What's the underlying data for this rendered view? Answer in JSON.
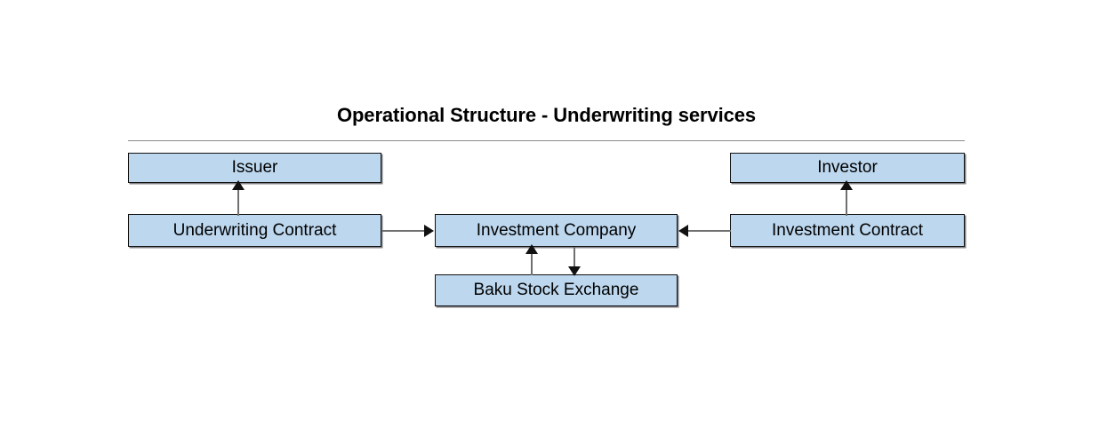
{
  "diagram": {
    "title": "Operational Structure - Underwriting services",
    "colors": {
      "node_fill": "#bdd7ee",
      "node_border": "#111111",
      "connector": "#6f6f6f",
      "arrowhead": "#111111",
      "title_rule": "#8a8a8a",
      "background": "#ffffff",
      "text": "#000000"
    },
    "nodes": [
      {
        "id": "issuer",
        "label": "Issuer"
      },
      {
        "id": "underwriting_contract",
        "label": "Underwriting Contract"
      },
      {
        "id": "investment_company",
        "label": "Investment Company"
      },
      {
        "id": "baku_stock_exchange",
        "label": "Baku Stock Exchange"
      },
      {
        "id": "investor",
        "label": "Investor"
      },
      {
        "id": "investment_contract",
        "label": "Investment Contract"
      }
    ],
    "connectors": [
      {
        "from": "underwriting_contract",
        "to": "issuer",
        "direction": "up"
      },
      {
        "from": "underwriting_contract",
        "to": "investment_company",
        "direction": "right"
      },
      {
        "from": "investment_contract",
        "to": "investor",
        "direction": "up"
      },
      {
        "from": "investment_contract",
        "to": "investment_company",
        "direction": "left"
      },
      {
        "from": "baku_stock_exchange",
        "to": "investment_company",
        "direction": "up"
      },
      {
        "from": "investment_company",
        "to": "baku_stock_exchange",
        "direction": "down"
      }
    ]
  }
}
